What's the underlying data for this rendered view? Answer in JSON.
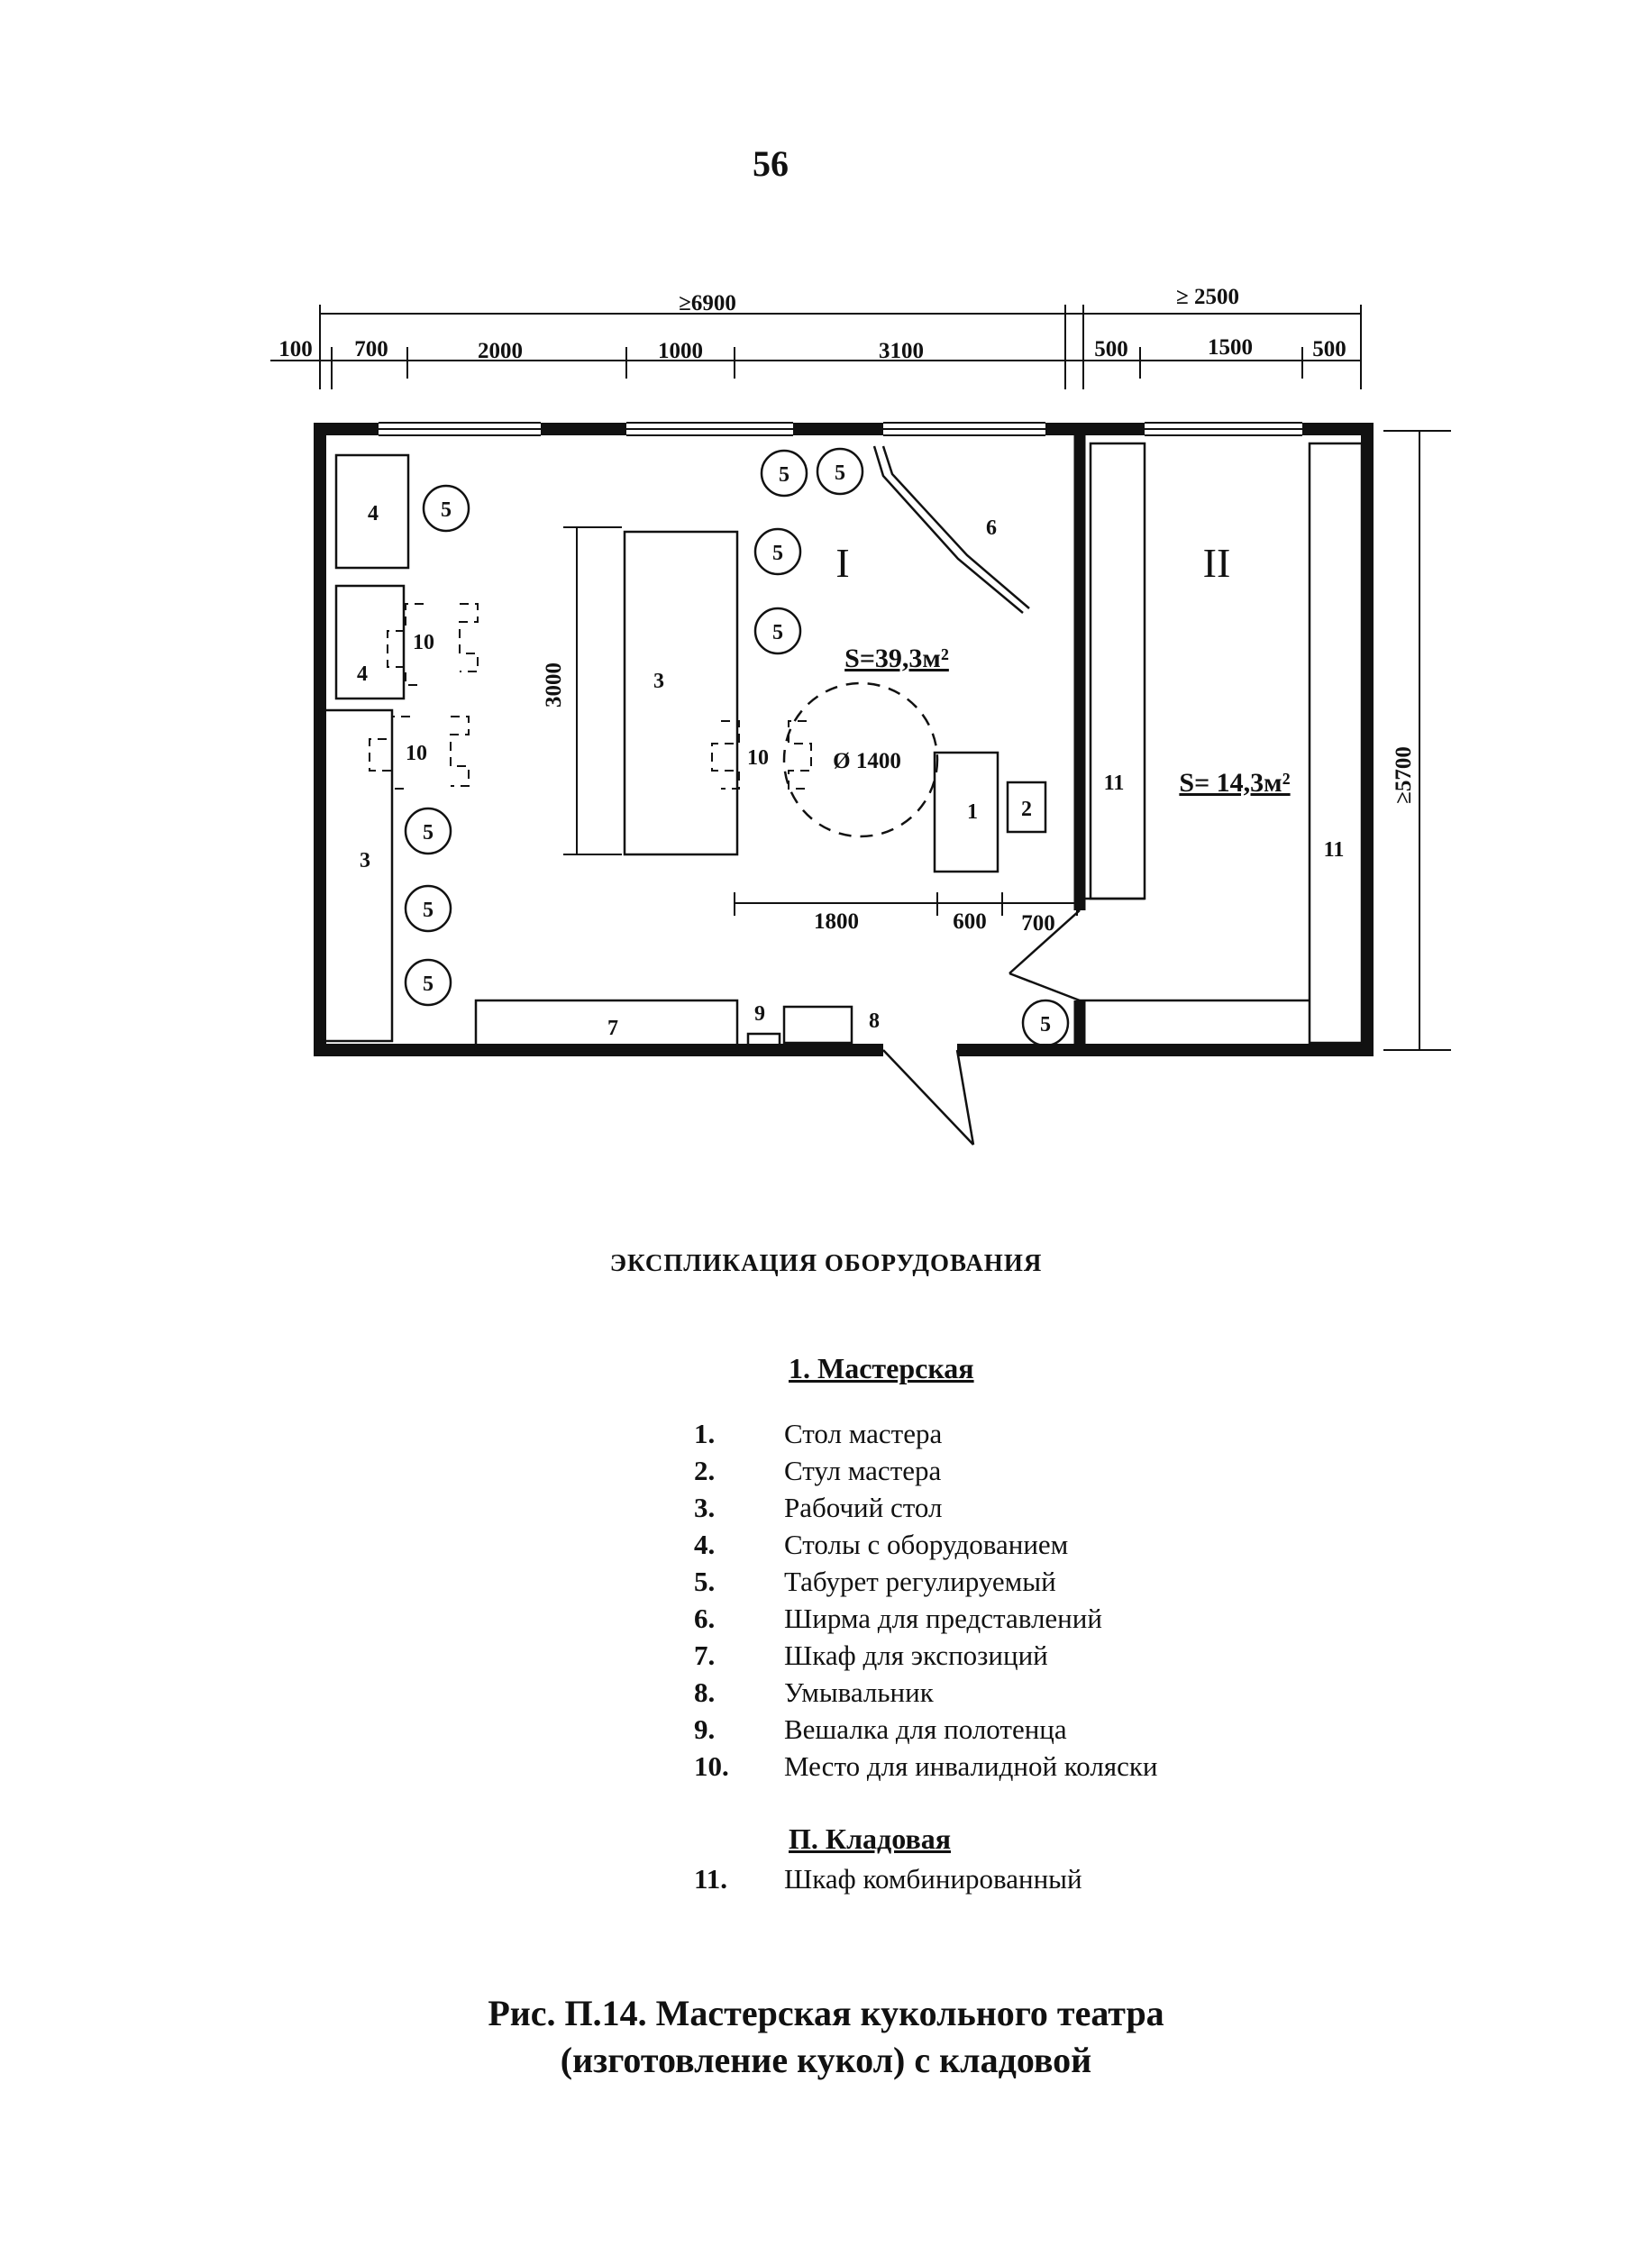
{
  "page_number": "56",
  "plan": {
    "dims_top": {
      "overall_left": "≥6900",
      "overall_right": "≥ 2500",
      "segments": [
        "100",
        "700",
        "2000",
        "1000",
        "3100",
        "500",
        "1500",
        "500"
      ]
    },
    "dims_side": {
      "overall_height": "≥5700",
      "table_length": "3000"
    },
    "dims_bottom": [
      "1800",
      "600",
      "700"
    ],
    "room_labels": {
      "room1": "I",
      "room2": "II"
    },
    "areas": {
      "room1": "S=39,3м²",
      "room2": "S= 14,3м²"
    },
    "turning_circle": "Ø 1400",
    "numbers": {
      "n1": "1",
      "n2": "2",
      "n3": "3",
      "n4": "4",
      "n5": "5",
      "n6": "6",
      "n7": "7",
      "n8": "8",
      "n9": "9",
      "n10": "10",
      "n11": "11"
    }
  },
  "legend": {
    "heading": "ЭКСПЛИКАЦИЯ ОБОРУДОВАНИЯ",
    "sections": [
      {
        "title": "1.  Мастерская",
        "items": [
          {
            "num": "1.",
            "text": "Стол мастера"
          },
          {
            "num": "2.",
            "text": "Стул мастера"
          },
          {
            "num": "3.",
            "text": "Рабочий стол"
          },
          {
            "num": "4.",
            "text": "Столы с оборудованием"
          },
          {
            "num": "5.",
            "text": "Табурет регулируемый"
          },
          {
            "num": "6.",
            "text": "Ширма для представлений"
          },
          {
            "num": "7.",
            "text": "Шкаф для экспозиций"
          },
          {
            "num": "8.",
            "text": "Умывальник"
          },
          {
            "num": "9.",
            "text": "Вешалка для полотенца"
          },
          {
            "num": "10.",
            "text": "Место для инвалидной коляски"
          }
        ]
      },
      {
        "title": "П. Кладовая",
        "items": [
          {
            "num": "11.",
            "text": "Шкаф комбинированный"
          }
        ]
      }
    ]
  },
  "caption": {
    "line1": "Рис. П.14. Мастерская кукольного театра",
    "line2": "(изготовление кукол) с кладовой"
  }
}
